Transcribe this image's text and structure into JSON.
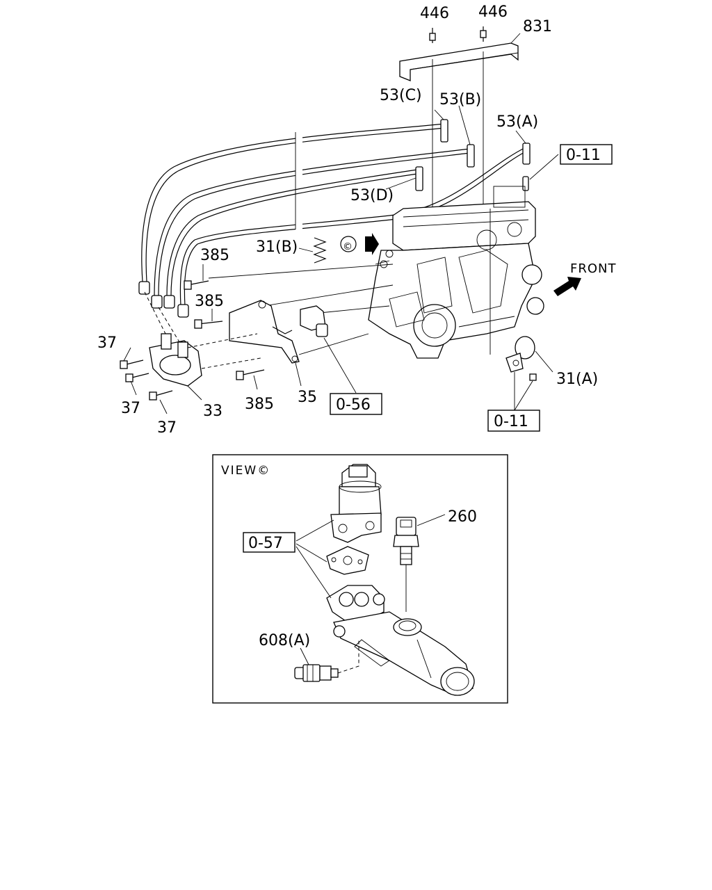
{
  "labels": {
    "bolt_446_left": "446",
    "bolt_446_right": "446",
    "cover_831": "831",
    "cable_53c": "53(C)",
    "cable_53b": "53(B)",
    "cable_53a": "53(A)",
    "cable_53d": "53(D)",
    "ref_0_11_top": "0-11",
    "spring_31b": "31(B)",
    "view_marker": "©",
    "front_label": "FRONT",
    "bolt_385_a": "385",
    "bolt_385_b": "385",
    "bolt_385_c": "385",
    "bolt_37_a": "37",
    "bolt_37_b": "37",
    "bolt_37_c": "37",
    "coil_33": "33",
    "bracket_35": "35",
    "ref_0_56": "0-56",
    "clamp_31a": "31(A)",
    "ref_0_11_bottom": "0-11"
  },
  "view_panel": {
    "title": "VIEW©",
    "ref_0_57": "0-57",
    "sensor_260": "260",
    "sensor_608a": "608(A)"
  }
}
